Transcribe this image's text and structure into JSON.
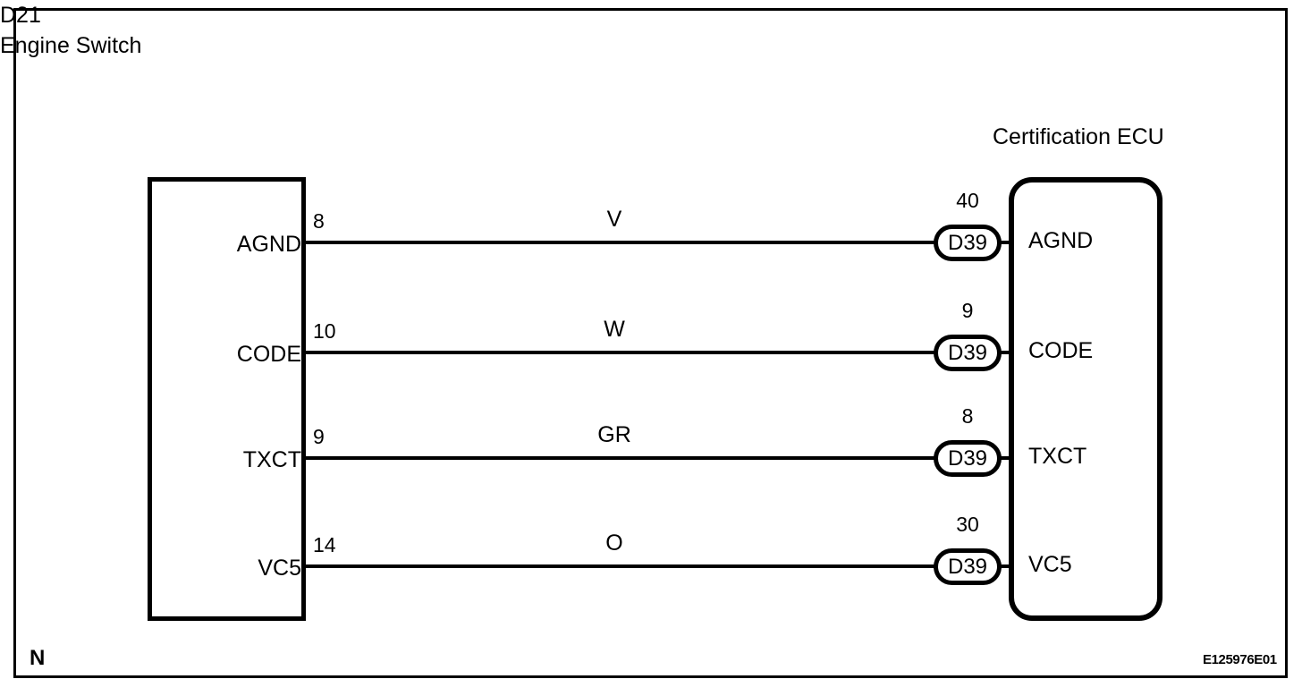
{
  "figure": {
    "left_block": {
      "connector_id": "D21",
      "name": "Engine Switch"
    },
    "right_block": {
      "name": "Certification ECU"
    },
    "connections": [
      {
        "left_pin": "8",
        "left_signal": "AGND",
        "wire_color_code": "V",
        "right_pin": "40",
        "right_connector": "D39",
        "right_signal": "AGND"
      },
      {
        "left_pin": "10",
        "left_signal": "CODE",
        "wire_color_code": "W",
        "right_pin": "9",
        "right_connector": "D39",
        "right_signal": "CODE"
      },
      {
        "left_pin": "9",
        "left_signal": "TXCT",
        "wire_color_code": "GR",
        "right_pin": "8",
        "right_connector": "D39",
        "right_signal": "TXCT"
      },
      {
        "left_pin": "14",
        "left_signal": "VC5",
        "wire_color_code": "O",
        "right_pin": "30",
        "right_connector": "D39",
        "right_signal": "VC5"
      }
    ],
    "footer": {
      "orientation_mark": "N",
      "figure_id": "E125976E01"
    },
    "colors": {
      "line": "#000000",
      "background": "#ffffff"
    }
  }
}
